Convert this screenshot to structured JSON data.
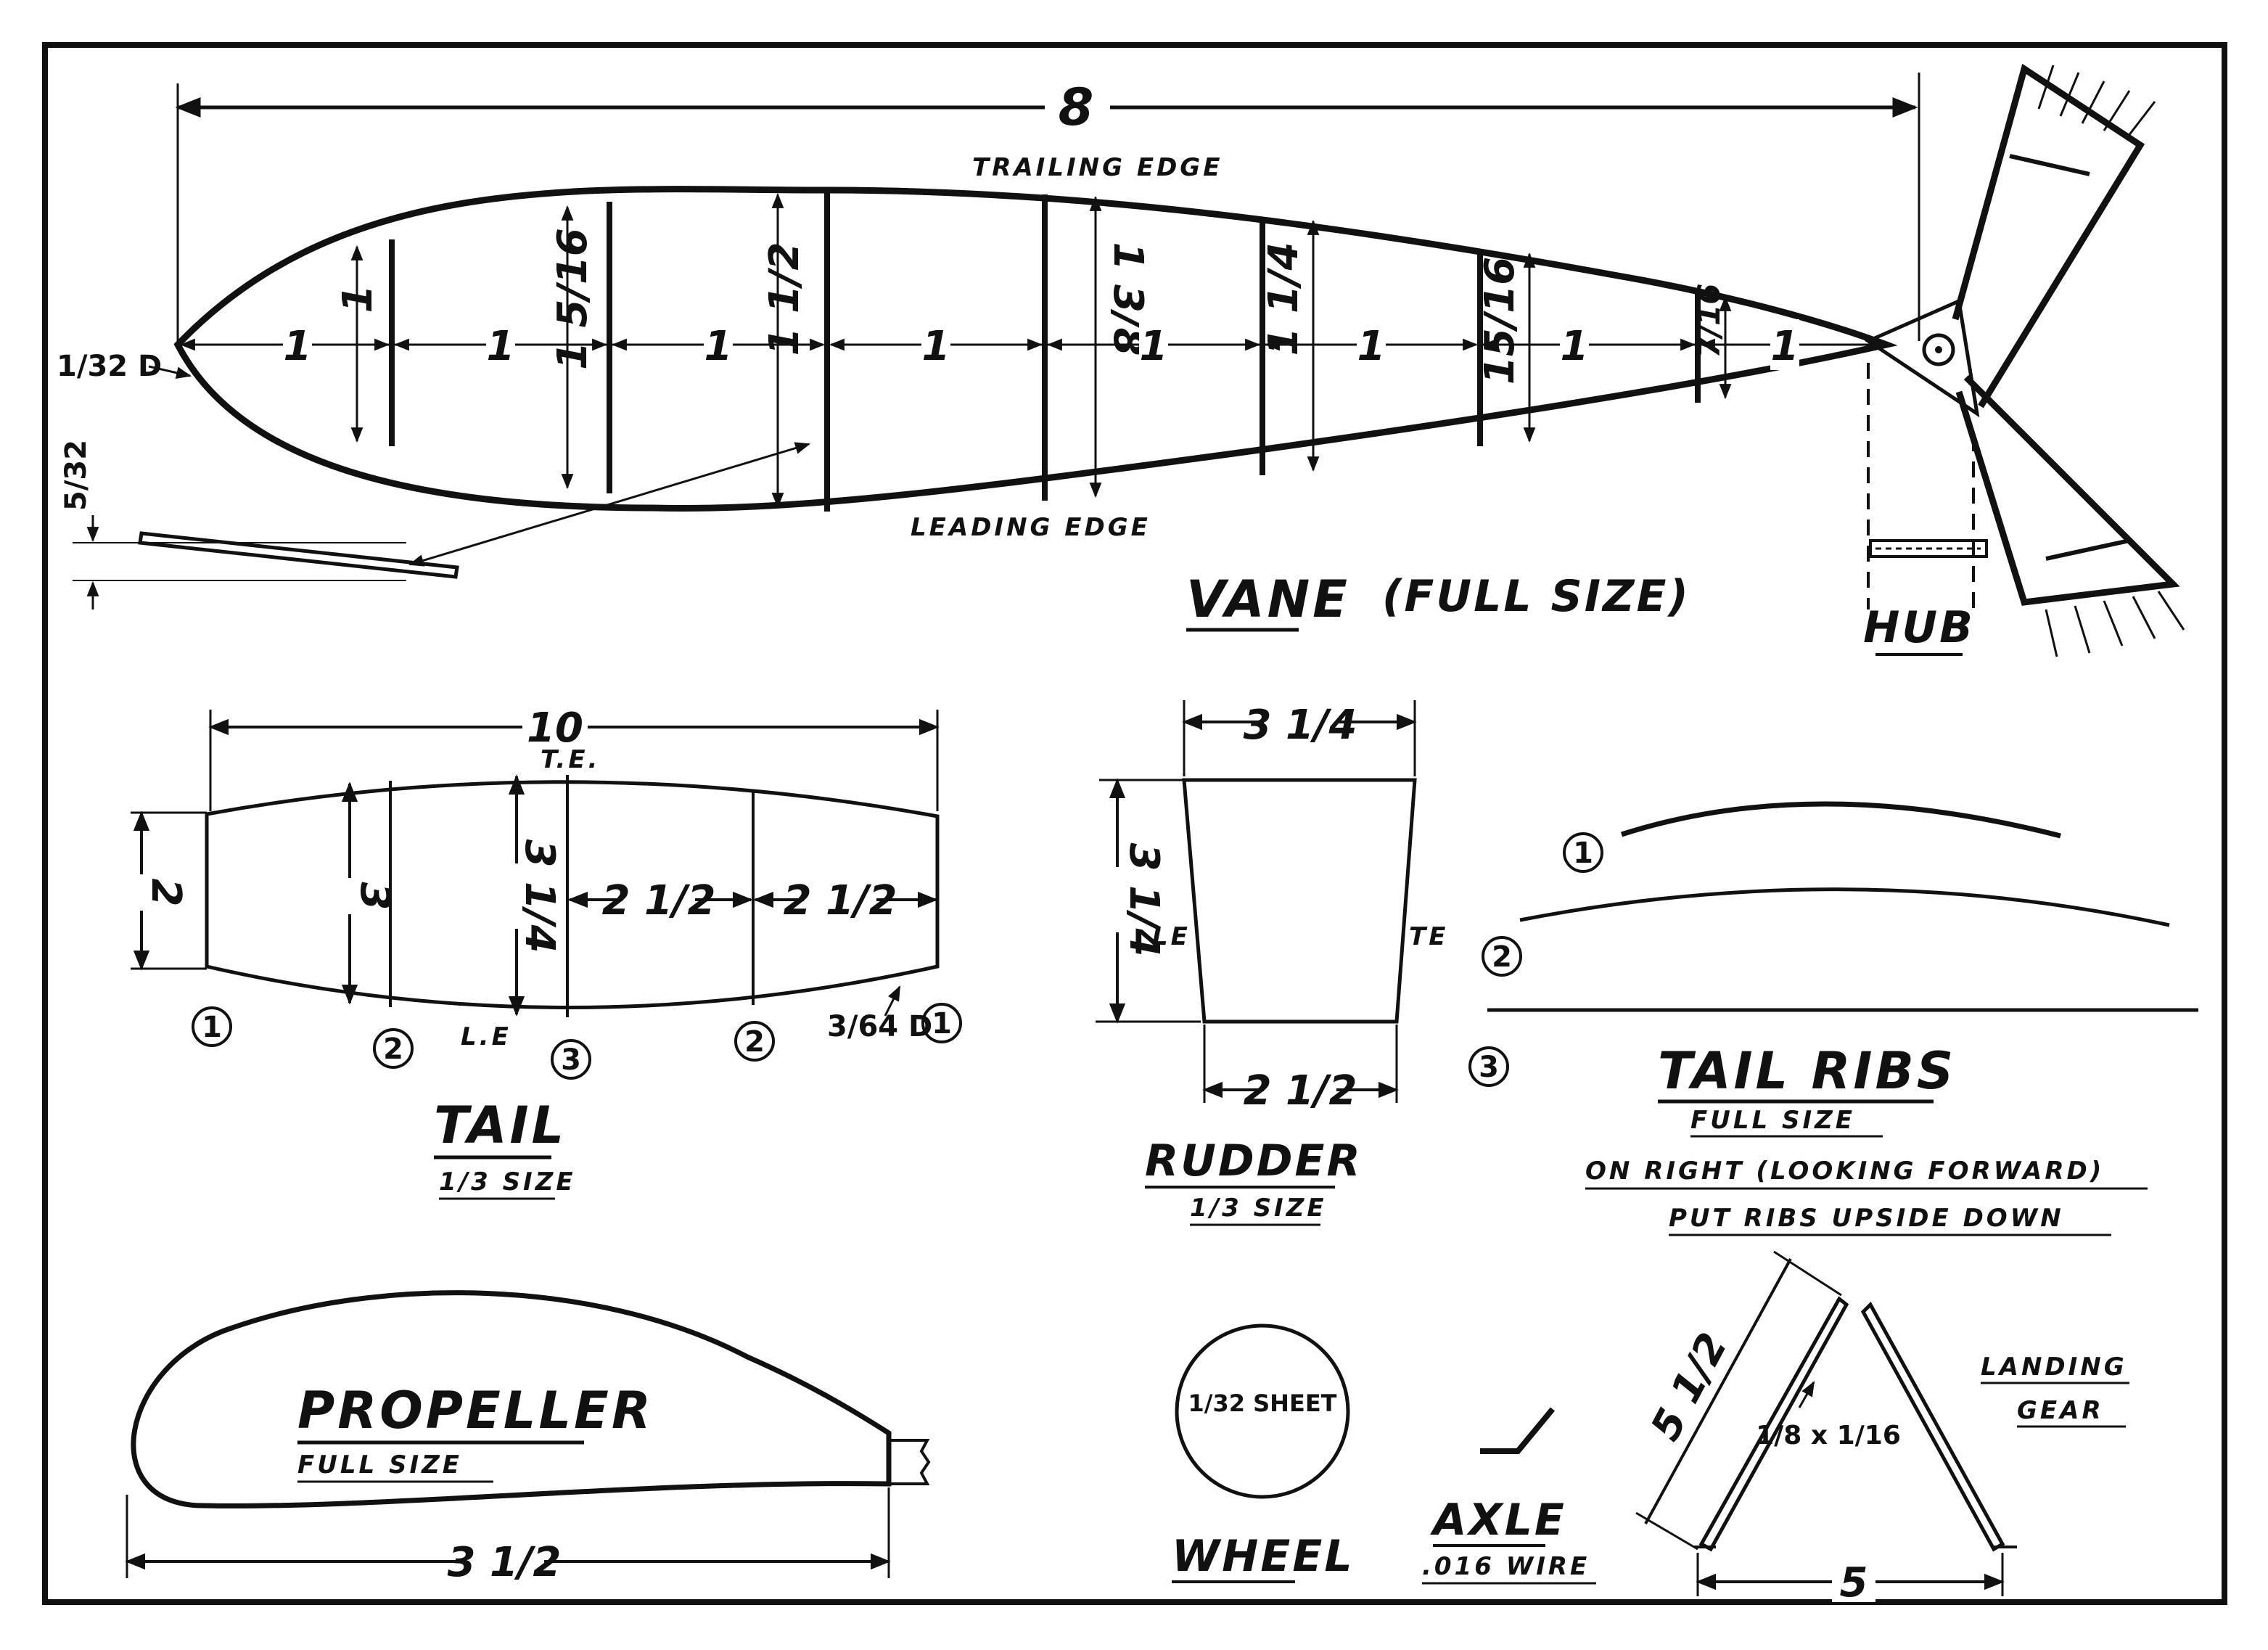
{
  "vane": {
    "title": "VANE",
    "size_note": "(FULL SIZE)",
    "span": "8",
    "trailing_edge": "TRAILING EDGE",
    "leading_edge": "LEADING EDGE",
    "spacing": "1",
    "rib_heights": [
      "1",
      "1 5/16",
      "1 1/2",
      "1 3/8",
      "1 1/4",
      "15/16",
      "7/16"
    ],
    "spar_dia": "1/32 D",
    "strip_thickness": "5/32",
    "hub_label": "HUB"
  },
  "tail": {
    "title": "TAIL",
    "scale": "1/3 SIZE",
    "span": "10",
    "te": "T.E.",
    "le": "L.E",
    "root_chord": "3 1/4",
    "rib_chord": "3",
    "tip_chord": "2",
    "bay1": "2 1/2",
    "bay2": "2 1/2",
    "edge_dia": "3/64 D",
    "rib_marks": [
      "1",
      "2",
      "3",
      "2",
      "1"
    ]
  },
  "rudder": {
    "title": "RUDDER",
    "scale": "1/3 SIZE",
    "top": "3 1/4",
    "height": "3 1/4",
    "bottom": "2 1/2",
    "le": "LE",
    "te": "TE"
  },
  "tail_ribs": {
    "title": "TAIL RIBS",
    "scale": "FULL SIZE",
    "note_line1": "ON RIGHT (LOOKING FORWARD)",
    "note_line2": "PUT RIBS UPSIDE DOWN",
    "marks": [
      "1",
      "2",
      "3"
    ]
  },
  "propeller": {
    "title": "PROPELLER",
    "scale": "FULL SIZE",
    "length": "3 1/2"
  },
  "wheel": {
    "title": "WHEEL",
    "material": "1/32 SHEET"
  },
  "axle": {
    "title": "AXLE",
    "material": ".016 WIRE"
  },
  "landing_gear": {
    "title_line1": "LANDING",
    "title_line2": "GEAR",
    "leg_length": "5 1/2",
    "strut_size": "1/8 x 1/16",
    "base": "5"
  }
}
